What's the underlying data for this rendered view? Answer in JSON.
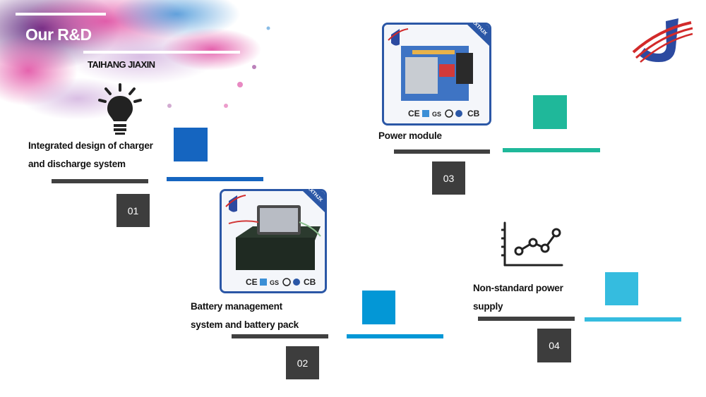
{
  "header": {
    "title": "Our R&D",
    "subtitle": "TAIHANG JIAXIN"
  },
  "items": [
    {
      "label_line1": "Integrated design of charger",
      "label_line2": "and discharge system",
      "number": "01",
      "accent": "#1565c0"
    },
    {
      "label_line1": "Battery management",
      "label_line2": "system and battery pack",
      "number": "02",
      "accent": "#0397d6"
    },
    {
      "label_line1": "Power module",
      "number": "03",
      "accent": "#1fb89a"
    },
    {
      "label_line1": "Non-standard power",
      "label_line2": "supply",
      "number": "04",
      "accent": "#35bcdf"
    }
  ],
  "photo_badge": "XXTHJX",
  "cert_marks": [
    "CE",
    "GS",
    "CB"
  ],
  "colors": {
    "splash_purple": "#8e2d8c",
    "splash_pink": "#d93b9a",
    "splash_blue": "#3b8fd6",
    "logo_red": "#d22a2a",
    "logo_blue": "#2c4aa0",
    "frame_blue": "#2b57a6"
  },
  "icons": [
    "lightbulb-icon",
    "line-chart-icon",
    "company-logo"
  ]
}
